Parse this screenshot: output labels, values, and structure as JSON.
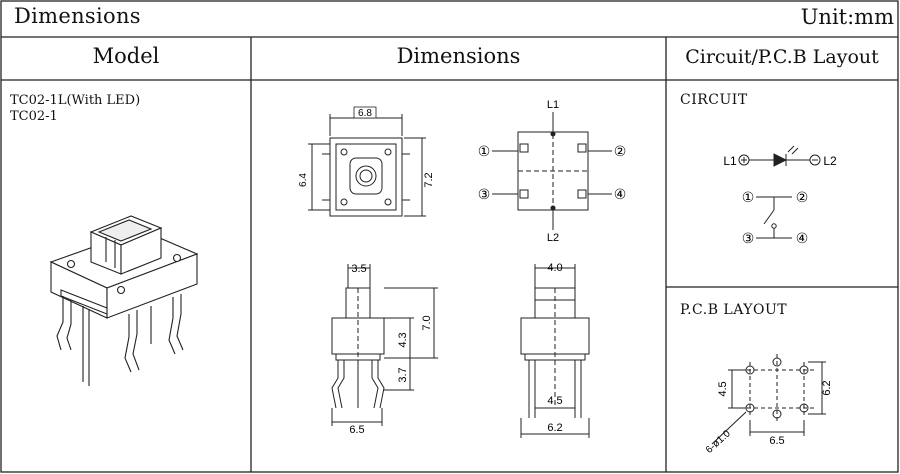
{
  "header": {
    "title": "Dimensions",
    "unit": "Unit:mm"
  },
  "columns": {
    "model": "Model",
    "dimensions": "Dimensions",
    "circuit_pcb": "Circuit/P.C.B Layout"
  },
  "models": [
    "TC02-1L(With LED)",
    "TC02-1"
  ],
  "top_view": {
    "width": "6.8",
    "height": "7.2",
    "inner": "6.4"
  },
  "pin_view": {
    "l1": "L1",
    "l2": "L2",
    "p1": "①",
    "p2": "②",
    "p3": "③",
    "p4": "④"
  },
  "front_view": {
    "top": "3.5",
    "h_total": "7.0",
    "h_body": "4.3",
    "pin": "3.7",
    "bottom": "6.5"
  },
  "side_view": {
    "top": "4.0",
    "pin_span": "4.5",
    "bottom": "6.2"
  },
  "circuit": {
    "title": "CIRCUIT",
    "l1": "L1",
    "l2": "L2",
    "p1": "①",
    "p2": "②",
    "p3": "③",
    "p4": "④"
  },
  "pcb": {
    "title": "P.C.B LAYOUT",
    "v": "4.5",
    "h": "6.2",
    "bottom": "6.5",
    "hole": "6-ø1.0"
  }
}
